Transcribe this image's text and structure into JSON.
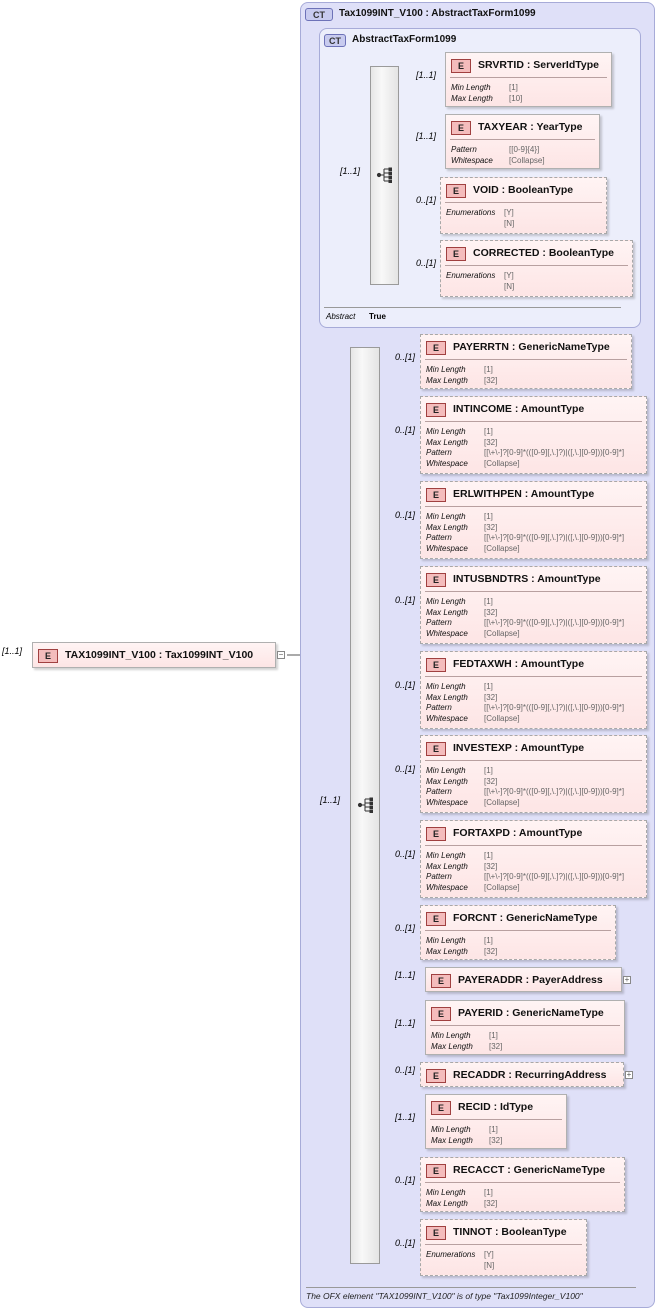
{
  "root": {
    "multiplicity": "[1..1]",
    "badge": "E",
    "title": "TAX1099INT_V100 : Tax1099INT_V100"
  },
  "complex_type": {
    "badge": "CT",
    "title": "Tax1099INT_V100 : AbstractTaxForm1099",
    "footer": "The OFX element \"TAX1099INT_V100\" is of type \"Tax1099Integer_V100\"",
    "base": {
      "badge": "CT",
      "title": "AbstractTaxForm1099",
      "seq_multiplicity": "[1..1]",
      "abstract_label": "Abstract",
      "abstract_value": "True",
      "elements": [
        {
          "mult": "[1..1]",
          "badge": "E",
          "title": "SRVRTID : ServerIdType",
          "facets": [
            [
              "Min Length",
              "[1]"
            ],
            [
              "Max Length",
              "[10]"
            ]
          ]
        },
        {
          "mult": "[1..1]",
          "badge": "E",
          "title": "TAXYEAR : YearType",
          "facets": [
            [
              "Pattern",
              "[[0-9]{4}]"
            ],
            [
              "Whitespace",
              "[Collapse]"
            ]
          ]
        },
        {
          "mult": "0..[1]",
          "badge": "E",
          "title": "VOID      : BooleanType",
          "facets": [
            [
              "Enumerations",
              "[Y]"
            ],
            [
              "",
              "[N]"
            ]
          ]
        },
        {
          "mult": "0..[1]",
          "badge": "E",
          "title": "CORRECTED : BooleanType",
          "facets": [
            [
              "Enumerations",
              "[Y]"
            ],
            [
              "",
              "[N]"
            ]
          ]
        }
      ]
    },
    "seq_multiplicity": "[1..1]",
    "elements": [
      {
        "mult": "0..[1]",
        "badge": "E",
        "title": "PAYERRTN : GenericNameType",
        "facets": [
          [
            "Min Length",
            "[1]"
          ],
          [
            "Max Length",
            "[32]"
          ]
        ]
      },
      {
        "mult": "0..[1]",
        "badge": "E",
        "title": "INTINCOME : AmountType",
        "facets": [
          [
            "Min Length",
            "[1]"
          ],
          [
            "Max Length",
            "[32]"
          ],
          [
            "Pattern",
            "[[\\+\\-]?[0-9]*(([0-9][,\\.]?)|([,\\.][0-9]))[0-9]*]"
          ],
          [
            "Whitespace",
            "[Collapse]"
          ]
        ]
      },
      {
        "mult": "0..[1]",
        "badge": "E",
        "title": "ERLWITHPEN : AmountType",
        "facets": [
          [
            "Min Length",
            "[1]"
          ],
          [
            "Max Length",
            "[32]"
          ],
          [
            "Pattern",
            "[[\\+\\-]?[0-9]*(([0-9][,\\.]?)|([,\\.][0-9]))[0-9]*]"
          ],
          [
            "Whitespace",
            "[Collapse]"
          ]
        ]
      },
      {
        "mult": "0..[1]",
        "badge": "E",
        "title": "INTUSBNDTRS : AmountType",
        "facets": [
          [
            "Min Length",
            "[1]"
          ],
          [
            "Max Length",
            "[32]"
          ],
          [
            "Pattern",
            "[[\\+\\-]?[0-9]*(([0-9][,\\.]?)|([,\\.][0-9]))[0-9]*]"
          ],
          [
            "Whitespace",
            "[Collapse]"
          ]
        ]
      },
      {
        "mult": "0..[1]",
        "badge": "E",
        "title": "FEDTAXWH : AmountType",
        "facets": [
          [
            "Min Length",
            "[1]"
          ],
          [
            "Max Length",
            "[32]"
          ],
          [
            "Pattern",
            "[[\\+\\-]?[0-9]*(([0-9][,\\.]?)|([,\\.][0-9]))[0-9]*]"
          ],
          [
            "Whitespace",
            "[Collapse]"
          ]
        ]
      },
      {
        "mult": "0..[1]",
        "badge": "E",
        "title": "INVESTEXP : AmountType",
        "facets": [
          [
            "Min Length",
            "[1]"
          ],
          [
            "Max Length",
            "[32]"
          ],
          [
            "Pattern",
            "[[\\+\\-]?[0-9]*(([0-9][,\\.]?)|([,\\.][0-9]))[0-9]*]"
          ],
          [
            "Whitespace",
            "[Collapse]"
          ]
        ]
      },
      {
        "mult": "0..[1]",
        "badge": "E",
        "title": "FORTAXPD : AmountType",
        "facets": [
          [
            "Min Length",
            "[1]"
          ],
          [
            "Max Length",
            "[32]"
          ],
          [
            "Pattern",
            "[[\\+\\-]?[0-9]*(([0-9][,\\.]?)|([,\\.][0-9]))[0-9]*]"
          ],
          [
            "Whitespace",
            "[Collapse]"
          ]
        ]
      },
      {
        "mult": "0..[1]",
        "badge": "E",
        "title": "FORCNT : GenericNameType",
        "facets": [
          [
            "Min Length",
            "[1]"
          ],
          [
            "Max Length",
            "[32]"
          ]
        ]
      },
      {
        "mult": "[1..1]",
        "badge": "E",
        "title": "PAYERADDR : PayerAddress",
        "facets": []
      },
      {
        "mult": "[1..1]",
        "badge": "E",
        "title": "PAYERID : GenericNameType",
        "facets": [
          [
            "Min Length",
            "[1]"
          ],
          [
            "Max Length",
            "[32]"
          ]
        ]
      },
      {
        "mult": "0..[1]",
        "badge": "E",
        "title": "RECADDR : RecurringAddress",
        "facets": []
      },
      {
        "mult": "[1..1]",
        "badge": "E",
        "title": "RECID    : IdType",
        "facets": [
          [
            "Min Length",
            "[1]"
          ],
          [
            "Max Length",
            "[32]"
          ]
        ]
      },
      {
        "mult": "0..[1]",
        "badge": "E",
        "title": "RECACCT : GenericNameType",
        "facets": [
          [
            "Min Length",
            "[1]"
          ],
          [
            "Max Length",
            "[32]"
          ]
        ]
      },
      {
        "mult": "0..[1]",
        "badge": "E",
        "title": "TINNOT   : BooleanType",
        "facets": [
          [
            "Enumerations",
            "[Y]"
          ],
          [
            "",
            "[N]"
          ]
        ]
      }
    ]
  }
}
